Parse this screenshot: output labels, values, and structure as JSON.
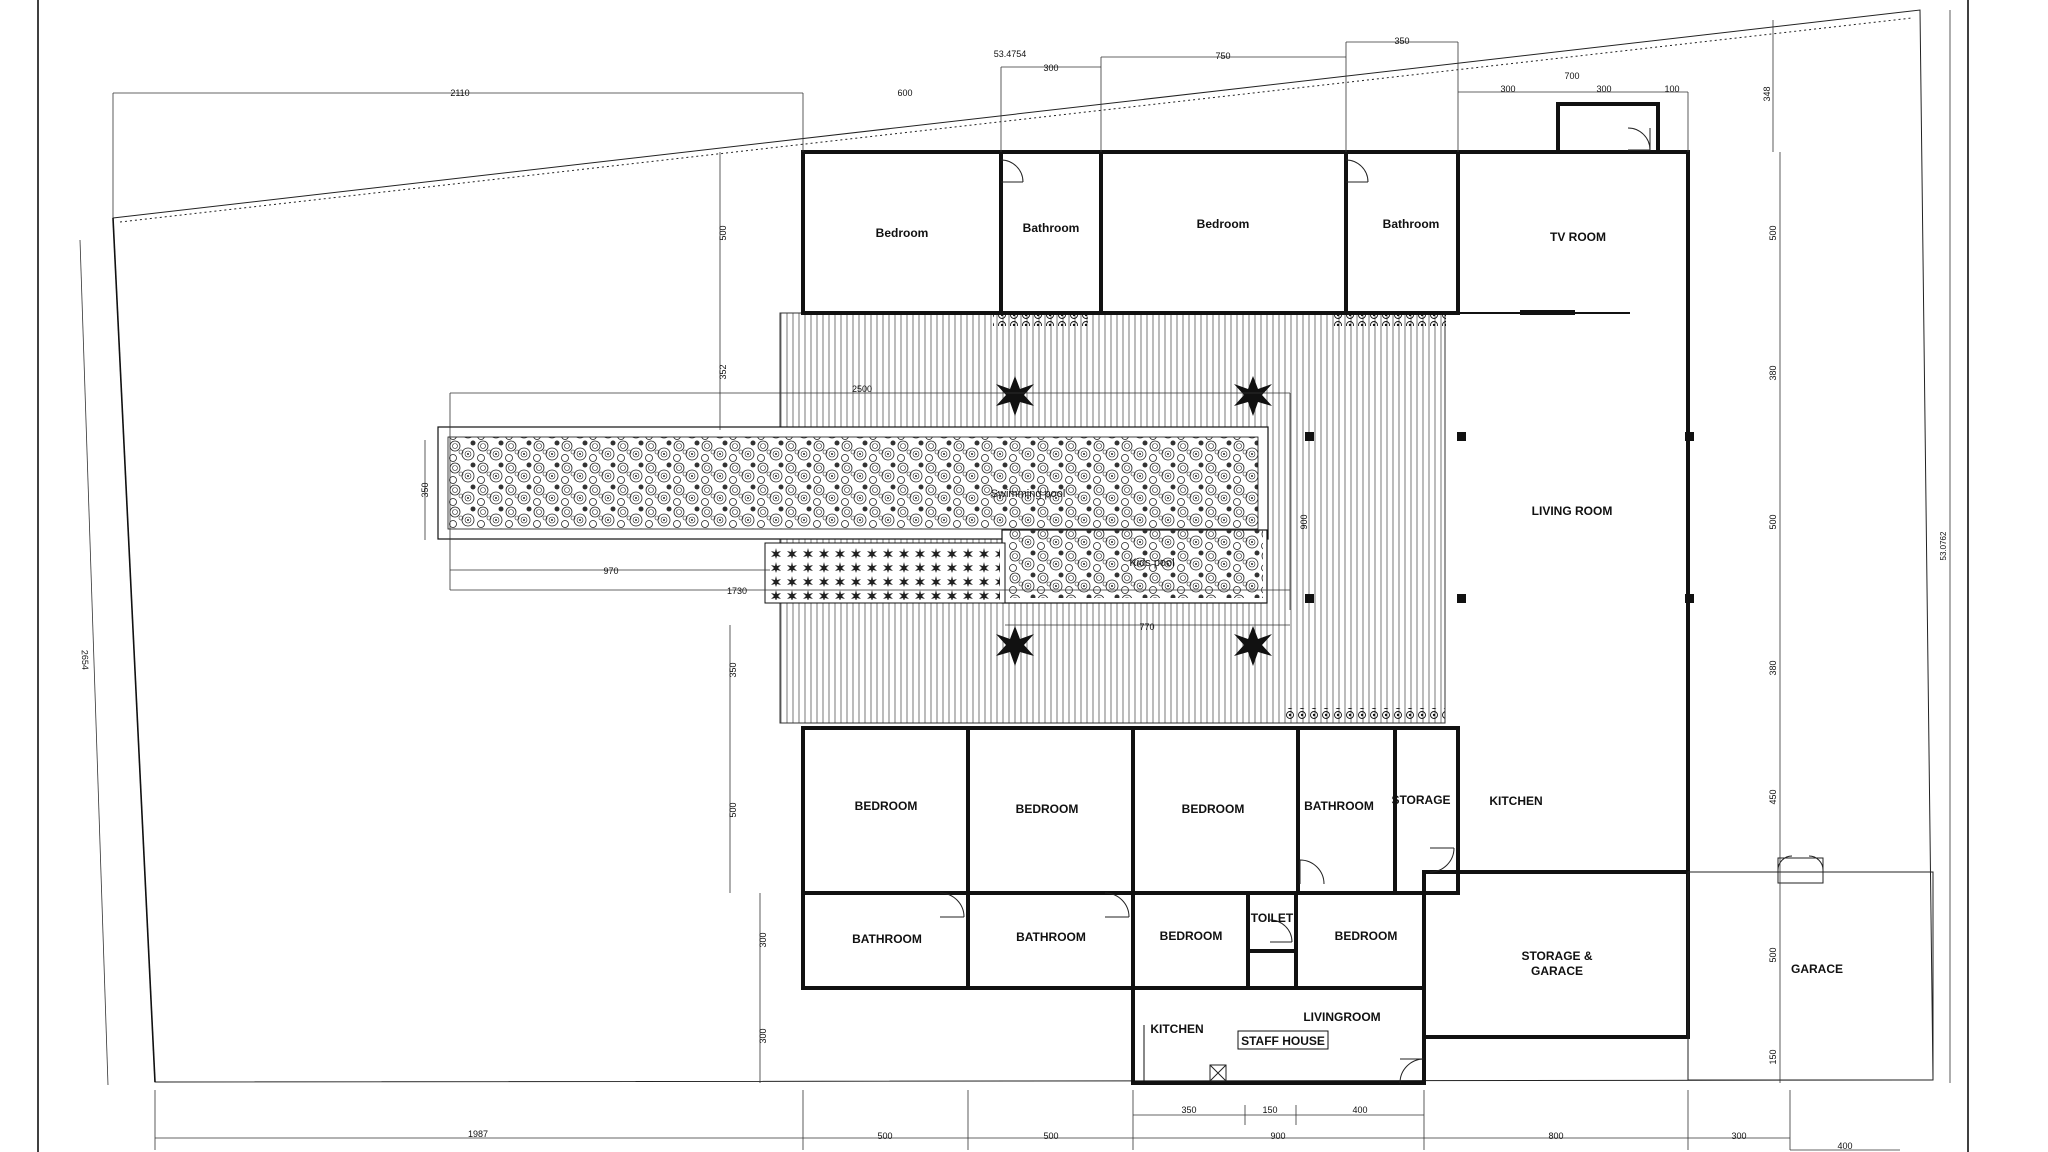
{
  "rooms": {
    "bedroom_1": "Bedroom",
    "bathroom_1": "Bathroom",
    "bedroom_2": "Bedroom",
    "bathroom_2": "Bathroom",
    "tv_room": "TV ROOM",
    "living_room": "LIVING ROOM",
    "swimming_pool": "Swimming pool",
    "kids_pool": "Kids pool",
    "bedroom_3": "BEDROOM",
    "bedroom_4": "BEDROOM",
    "bedroom_5": "BEDROOM",
    "bathroom_3": "BATHROOM",
    "storage": "STORAGE",
    "kitchen": "KITCHEN",
    "bathroom_4": "BATHROOM",
    "bathroom_5": "BATHROOM",
    "bedroom_6": "BEDROOM",
    "toilet": "TOILET",
    "bedroom_7": "BEDROOM",
    "storage_garage_1": "STORAGE &",
    "storage_garage_2": "GARACE",
    "garage": "GARACE",
    "staff_kitchen": "KITCHEN",
    "staff_livingroom": "LIVINGROOM",
    "staff_house": "STAFF HOUSE"
  },
  "dimensions": {
    "top_2110": "2110",
    "top_53": "53.4754",
    "top_600": "600",
    "top_300a": "300",
    "top_750": "750",
    "top_350": "350",
    "top_300b": "300",
    "top_700": "700",
    "top_300c": "300",
    "top_100": "100",
    "top_348": "348",
    "left_500a": "500",
    "left_352": "352",
    "pool_2500": "2500",
    "pool_350": "350",
    "pool_970": "970",
    "pool_1730": "1730",
    "pool_770": "770",
    "pool_900": "900",
    "left_350": "350",
    "left_500b": "500",
    "left_300a": "300",
    "left_300b": "300",
    "right_500a": "500",
    "right_380a": "380",
    "right_500b": "500",
    "right_380b": "380",
    "right_450": "450",
    "right_500c": "500",
    "right_150": "150",
    "right_total": "53.0762",
    "left_diag": "2654",
    "bot_1987": "1987",
    "bot_500a": "500",
    "bot_500b": "500",
    "bot_900": "900",
    "bot_800": "800",
    "bot_300": "300",
    "bot_400": "400",
    "staff_350": "350",
    "staff_150": "150",
    "staff_400": "400"
  }
}
